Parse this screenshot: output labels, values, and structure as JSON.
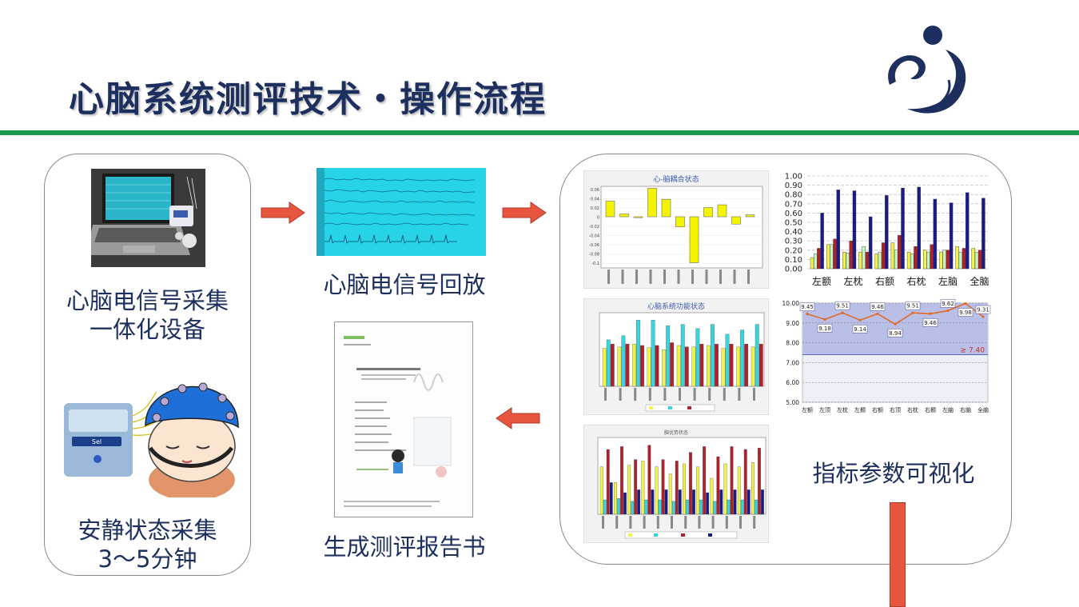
{
  "slide": {
    "title": "心脑系统测评技术・操作流程",
    "accent_green": "#1a9a4a",
    "arrow_color": "#e8553e"
  },
  "steps": {
    "device_caption": "心脑电信号采集\n一体化设备",
    "resting_caption": "安静状态采集\n3～5分钟",
    "playback_caption": "心脑电信号回放",
    "report_caption": "生成测评报告书",
    "visual_caption": "指标参数可视化"
  },
  "charts": {
    "coupling": {
      "title": "心-脑耦合状态",
      "y_ticks": [
        "0.06",
        "0.04",
        "0.02",
        "0",
        "-0.02",
        "-0.04",
        "-0.06",
        "-0.08",
        "-0.1"
      ]
    },
    "function": {
      "title": "心脑系统功能状态"
    },
    "advantage": {
      "title": "脑优势状态"
    },
    "bar_ratio": {
      "type": "bar",
      "categories": [
        "左额",
        "左枕",
        "右额",
        "右枕",
        "左脑",
        "全脑"
      ],
      "y_ticks": [
        "1.00",
        "0.90",
        "0.80",
        "0.70",
        "0.60",
        "0.50",
        "0.40",
        "0.30",
        "0.20",
        "0.10",
        "0.00"
      ],
      "ylim": [
        0,
        1.0
      ]
    },
    "line_score": {
      "type": "line",
      "categories": [
        "左额",
        "左顶",
        "左枕",
        "左颞",
        "右额",
        "右顶",
        "右枕",
        "右颞",
        "左脑",
        "右脑",
        "全脑"
      ],
      "values": [
        9.45,
        9.18,
        9.51,
        9.14,
        9.46,
        8.94,
        9.51,
        9.46,
        9.62,
        9.98,
        9.31
      ],
      "labels": [
        "9.45",
        "9.18",
        "9.51",
        "9.14",
        "9.46",
        "8.94",
        "9.51",
        "9.46",
        "9.62",
        "9.98",
        "9.31"
      ],
      "y_ticks": [
        "10.00",
        "9.00",
        "8.00",
        "7.00",
        "6.00",
        "5.00"
      ],
      "ylim": [
        5,
        10
      ],
      "threshold_label": "≥ 7.40"
    }
  },
  "device": {
    "sel_label": "Sel"
  }
}
